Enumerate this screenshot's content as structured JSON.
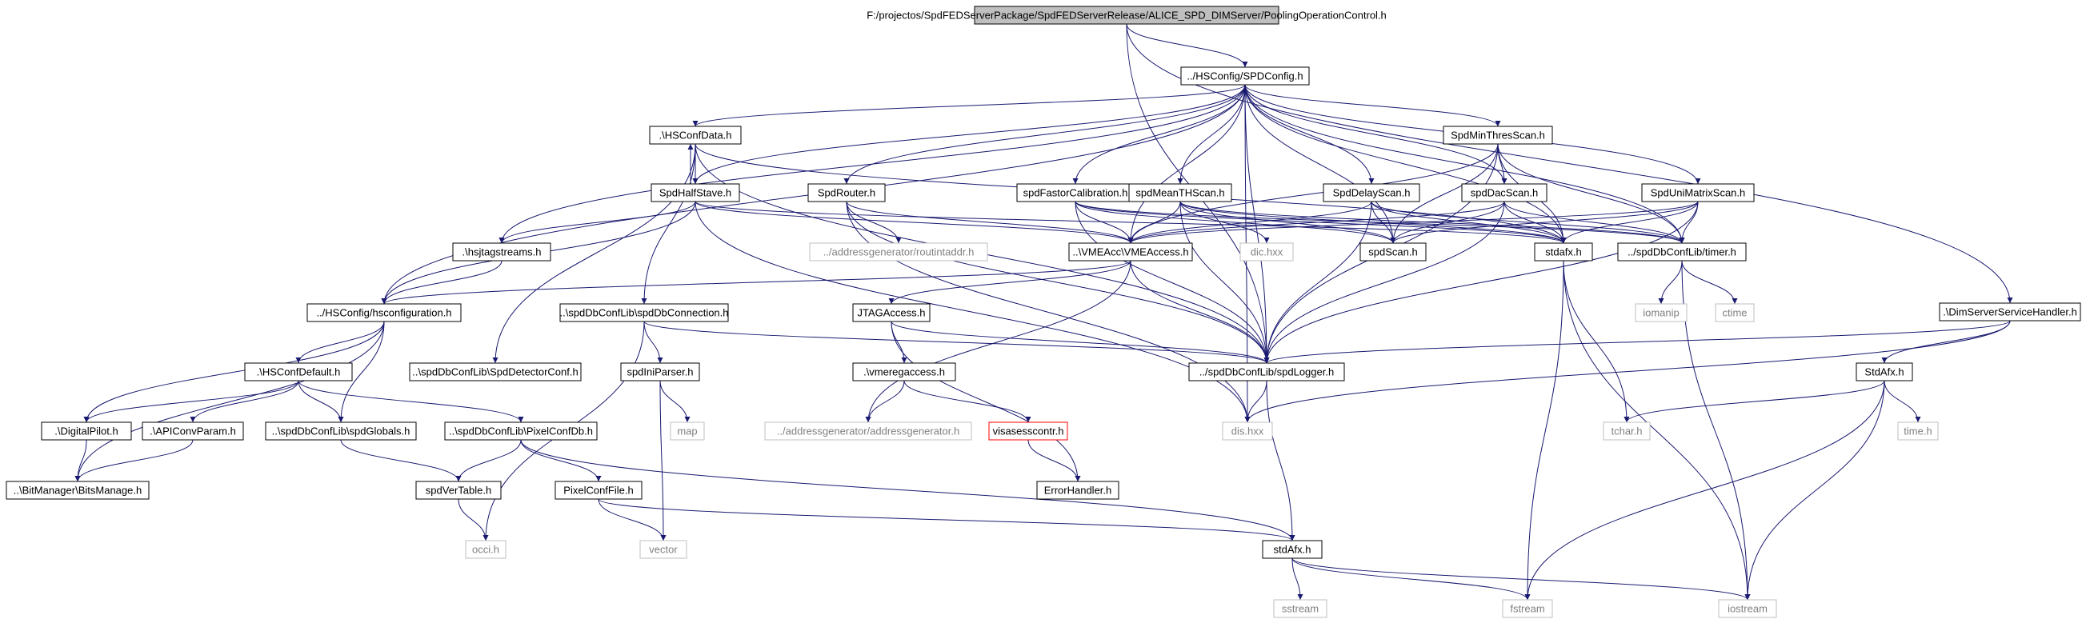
{
  "colors": {
    "root_fill": "#bfbfbf",
    "node_border": "#000000",
    "external_border": "#bfbfbf",
    "missing_border": "#ff0000",
    "edge": "#191970",
    "text_normal": "#000000",
    "text_external": "#808080"
  },
  "nodes": [
    {
      "id": "root",
      "label": "F:/projectos/SpdFEDServerPackage/SpdFEDServerRelease/ALICE_SPD_DIMServer/PoolingOperationControl.h",
      "kind": "root"
    },
    {
      "id": "spdconfig",
      "label": "../HSConfig/SPDConfig.h",
      "kind": "normal"
    },
    {
      "id": "dimservice",
      "label": ".\\DimServerServiceHandler.h",
      "kind": "normal"
    },
    {
      "id": "hsconfdata",
      "label": ".\\HSConfData.h",
      "kind": "normal"
    },
    {
      "id": "spdminthres",
      "label": "SpdMinThresScan.h",
      "kind": "normal"
    },
    {
      "id": "spdhalfstave",
      "label": "SpdHalfStave.h",
      "kind": "normal"
    },
    {
      "id": "spdrouter",
      "label": "SpdRouter.h",
      "kind": "normal"
    },
    {
      "id": "spdfastor",
      "label": "spdFastorCalibration.h",
      "kind": "normal"
    },
    {
      "id": "spdmeanth",
      "label": "spdMeanTHScan.h",
      "kind": "normal"
    },
    {
      "id": "spddelay",
      "label": "SpdDelayScan.h",
      "kind": "normal"
    },
    {
      "id": "spddac",
      "label": "spdDacScan.h",
      "kind": "normal"
    },
    {
      "id": "spdunimatrix",
      "label": "SpdUniMatrixScan.h",
      "kind": "normal"
    },
    {
      "id": "hsjtag",
      "label": ".\\hsjtagstreams.h",
      "kind": "normal"
    },
    {
      "id": "routintaddr",
      "label": "../addressgenerator/routintaddr.h",
      "kind": "external"
    },
    {
      "id": "vmeaccess",
      "label": "..\\VMEAcc\\VMEAccess.h",
      "kind": "normal"
    },
    {
      "id": "dichxx",
      "label": "dic.hxx",
      "kind": "external"
    },
    {
      "id": "spdscan",
      "label": "spdScan.h",
      "kind": "normal"
    },
    {
      "id": "stdafx_lower",
      "label": "stdafx.h",
      "kind": "normal"
    },
    {
      "id": "timer",
      "label": "../spdDbConfLib/timer.h",
      "kind": "normal"
    },
    {
      "id": "hsconfiguration",
      "label": "../HSConfig/hsconfiguration.h",
      "kind": "normal"
    },
    {
      "id": "spddbconnection",
      "label": "..\\spdDbConfLib\\spdDbConnection.h",
      "kind": "normal"
    },
    {
      "id": "jtagaccess",
      "label": "JTAGAccess.h",
      "kind": "normal"
    },
    {
      "id": "iomanip",
      "label": "iomanip",
      "kind": "external"
    },
    {
      "id": "ctime",
      "label": "ctime",
      "kind": "external"
    },
    {
      "id": "spdlogger",
      "label": "../spdDbConfLib/spdLogger.h",
      "kind": "normal"
    },
    {
      "id": "hsconfdefault",
      "label": ".\\HSConfDefault.h",
      "kind": "normal"
    },
    {
      "id": "spddetectorconf",
      "label": "..\\spdDbConfLib\\SpdDetectorConf.h",
      "kind": "normal"
    },
    {
      "id": "spdiniparser",
      "label": "spdIniParser.h",
      "kind": "normal"
    },
    {
      "id": "vmeregaccess",
      "label": ".\\vmeregaccess.h",
      "kind": "normal"
    },
    {
      "id": "stdafx_upper",
      "label": "StdAfx.h",
      "kind": "normal"
    },
    {
      "id": "digitalpilot",
      "label": ".\\DigitalPilot.h",
      "kind": "normal"
    },
    {
      "id": "apiconvparam",
      "label": ".\\APIConvParam.h",
      "kind": "normal"
    },
    {
      "id": "spdglobals",
      "label": "..\\spdDbConfLib\\spdGlobals.h",
      "kind": "normal"
    },
    {
      "id": "pixelconfdb",
      "label": "..\\spdDbConfLib\\PixelConfDb.h",
      "kind": "normal"
    },
    {
      "id": "map",
      "label": "map",
      "kind": "external"
    },
    {
      "id": "addrgen",
      "label": "../addressgenerator/addressgenerator.h",
      "kind": "external"
    },
    {
      "id": "visasess",
      "label": "visasesscontr.h",
      "kind": "missing"
    },
    {
      "id": "dishxx",
      "label": "dis.hxx",
      "kind": "external"
    },
    {
      "id": "tcharh",
      "label": "tchar.h",
      "kind": "external"
    },
    {
      "id": "timeh",
      "label": "time.h",
      "kind": "external"
    },
    {
      "id": "bitsmanage",
      "label": "..\\BitManager\\BitsManage.h",
      "kind": "normal"
    },
    {
      "id": "spdvertable",
      "label": "spdVerTable.h",
      "kind": "normal"
    },
    {
      "id": "pixelconffile",
      "label": "PixelConfFile.h",
      "kind": "normal"
    },
    {
      "id": "errorhandler",
      "label": "ErrorHandler.h",
      "kind": "normal"
    },
    {
      "id": "occih",
      "label": "occi.h",
      "kind": "external"
    },
    {
      "id": "vector",
      "label": "vector",
      "kind": "external"
    },
    {
      "id": "stdafx_dblib",
      "label": "stdAfx.h",
      "kind": "normal"
    },
    {
      "id": "sstream",
      "label": "sstream",
      "kind": "external"
    },
    {
      "id": "fstream",
      "label": "fstream",
      "kind": "external"
    },
    {
      "id": "iostream",
      "label": "iostream",
      "kind": "external"
    }
  ],
  "edges": [
    [
      "root",
      "spdconfig"
    ],
    [
      "root",
      "dimservice"
    ],
    [
      "root",
      "spdlogger"
    ],
    [
      "spdconfig",
      "hsconfdata"
    ],
    [
      "spdconfig",
      "spdminthres"
    ],
    [
      "spdconfig",
      "spdhalfstave"
    ],
    [
      "spdconfig",
      "spdrouter"
    ],
    [
      "spdconfig",
      "spdfastor"
    ],
    [
      "spdconfig",
      "spdmeanth"
    ],
    [
      "spdconfig",
      "spddelay"
    ],
    [
      "spdconfig",
      "spddac"
    ],
    [
      "spdconfig",
      "spdunimatrix"
    ],
    [
      "spdconfig",
      "hsjtag"
    ],
    [
      "spdconfig",
      "hsconfiguration"
    ],
    [
      "spdconfig",
      "vmeaccess"
    ],
    [
      "spdconfig",
      "spdscan"
    ],
    [
      "spdconfig",
      "stdafx_lower"
    ],
    [
      "spdconfig",
      "timer"
    ],
    [
      "spdconfig",
      "spdlogger"
    ],
    [
      "spdconfig",
      "dishxx"
    ],
    [
      "hsconfdata",
      "spdhalfstave"
    ],
    [
      "hsconfdata",
      "spddbconnection"
    ],
    [
      "hsconfdata",
      "spddetectorconf"
    ],
    [
      "hsconfdata",
      "stdafx_lower"
    ],
    [
      "hsconfdata",
      "spdlogger"
    ],
    [
      "spdhalfstave",
      "hsconfdata"
    ],
    [
      "spdhalfstave",
      "hsjtag"
    ],
    [
      "spdhalfstave",
      "hsconfiguration"
    ],
    [
      "spdhalfstave",
      "vmeaccess"
    ],
    [
      "spdhalfstave",
      "stdafx_lower"
    ],
    [
      "spdhalfstave",
      "dishxx"
    ],
    [
      "spdrouter",
      "routintaddr"
    ],
    [
      "spdrouter",
      "vmeaccess"
    ],
    [
      "spdrouter",
      "spdlogger"
    ],
    [
      "spdrouter",
      "dishxx"
    ],
    [
      "spdminthres",
      "spddac"
    ],
    [
      "spdminthres",
      "vmeaccess"
    ],
    [
      "spdminthres",
      "spdscan"
    ],
    [
      "spdminthres",
      "stdafx_lower"
    ],
    [
      "spdminthres",
      "timer"
    ],
    [
      "spdminthres",
      "spdlogger"
    ],
    [
      "spdfastor",
      "vmeaccess"
    ],
    [
      "spdfastor",
      "spdscan"
    ],
    [
      "spdfastor",
      "stdafx_lower"
    ],
    [
      "spdfastor",
      "timer"
    ],
    [
      "spdfastor",
      "spdlogger"
    ],
    [
      "spdmeanth",
      "vmeaccess"
    ],
    [
      "spdmeanth",
      "dichxx"
    ],
    [
      "spdmeanth",
      "spdscan"
    ],
    [
      "spdmeanth",
      "stdafx_lower"
    ],
    [
      "spdmeanth",
      "timer"
    ],
    [
      "spdmeanth",
      "spdlogger"
    ],
    [
      "spddelay",
      "vmeaccess"
    ],
    [
      "spddelay",
      "spdscan"
    ],
    [
      "spddelay",
      "stdafx_lower"
    ],
    [
      "spddelay",
      "timer"
    ],
    [
      "spddelay",
      "spdlogger"
    ],
    [
      "spddac",
      "vmeaccess"
    ],
    [
      "spddac",
      "spdscan"
    ],
    [
      "spddac",
      "stdafx_lower"
    ],
    [
      "spddac",
      "timer"
    ],
    [
      "spddac",
      "spdlogger"
    ],
    [
      "spdunimatrix",
      "vmeaccess"
    ],
    [
      "spdunimatrix",
      "spdscan"
    ],
    [
      "spdunimatrix",
      "stdafx_lower"
    ],
    [
      "spdunimatrix",
      "timer"
    ],
    [
      "spdunimatrix",
      "spdlogger"
    ],
    [
      "hsjtag",
      "hsconfiguration"
    ],
    [
      "vmeaccess",
      "hsconfiguration"
    ],
    [
      "vmeaccess",
      "jtagaccess"
    ],
    [
      "vmeaccess",
      "addrgen"
    ],
    [
      "vmeaccess",
      "spdlogger"
    ],
    [
      "stdafx_lower",
      "tcharh"
    ],
    [
      "stdafx_lower",
      "fstream"
    ],
    [
      "stdafx_lower",
      "iostream"
    ],
    [
      "timer",
      "iomanip"
    ],
    [
      "timer",
      "ctime"
    ],
    [
      "timer",
      "iostream"
    ],
    [
      "hsconfiguration",
      "hsconfdefault"
    ],
    [
      "hsconfiguration",
      "digitalpilot"
    ],
    [
      "hsconfiguration",
      "spdglobals"
    ],
    [
      "hsconfiguration",
      "bitsmanage"
    ],
    [
      "spddbconnection",
      "spdiniparser"
    ],
    [
      "spddbconnection",
      "spdlogger"
    ],
    [
      "spddbconnection",
      "occih"
    ],
    [
      "jtagaccess",
      "vmeregaccess"
    ],
    [
      "jtagaccess",
      "spdlogger"
    ],
    [
      "jtagaccess",
      "errorhandler"
    ],
    [
      "spdlogger",
      "dishxx"
    ],
    [
      "spdlogger",
      "stdafx_dblib"
    ],
    [
      "dimservice",
      "spdlogger"
    ],
    [
      "dimservice",
      "stdafx_upper"
    ],
    [
      "dimservice",
      "dishxx"
    ],
    [
      "hsconfdefault",
      "digitalpilot"
    ],
    [
      "hsconfdefault",
      "apiconvparam"
    ],
    [
      "hsconfdefault",
      "spdglobals"
    ],
    [
      "hsconfdefault",
      "pixelconfdb"
    ],
    [
      "spdiniparser",
      "map"
    ],
    [
      "spdiniparser",
      "vector"
    ],
    [
      "vmeregaccess",
      "addrgen"
    ],
    [
      "vmeregaccess",
      "visasess"
    ],
    [
      "visasess",
      "errorhandler"
    ],
    [
      "stdafx_upper",
      "tcharh"
    ],
    [
      "stdafx_upper",
      "timeh"
    ],
    [
      "stdafx_upper",
      "fstream"
    ],
    [
      "stdafx_upper",
      "iostream"
    ],
    [
      "digitalpilot",
      "bitsmanage"
    ],
    [
      "apiconvparam",
      "bitsmanage"
    ],
    [
      "spdglobals",
      "spdvertable"
    ],
    [
      "pixelconfdb",
      "spdvertable"
    ],
    [
      "pixelconfdb",
      "pixelconffile"
    ],
    [
      "pixelconfdb",
      "stdafx_dblib"
    ],
    [
      "spdvertable",
      "occih"
    ],
    [
      "pixelconffile",
      "vector"
    ],
    [
      "pixelconffile",
      "stdafx_dblib"
    ],
    [
      "stdafx_dblib",
      "sstream"
    ],
    [
      "stdafx_dblib",
      "fstream"
    ],
    [
      "stdafx_dblib",
      "iostream"
    ]
  ]
}
